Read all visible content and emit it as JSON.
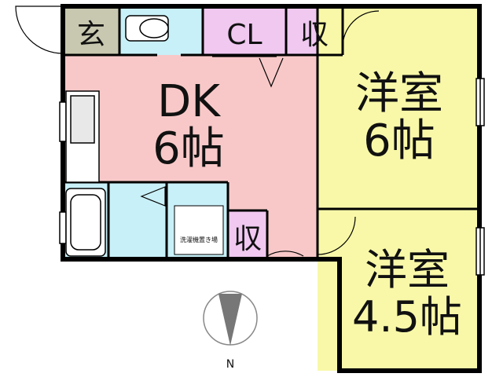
{
  "rooms": {
    "entrance": {
      "label": "玄"
    },
    "closet": {
      "label": "CL"
    },
    "storage_top": {
      "label": "収"
    },
    "storage_mid": {
      "label": "収"
    },
    "dk": {
      "name": "DK",
      "size": "6帖"
    },
    "western_room_1": {
      "name": "洋室",
      "size": "6帖"
    },
    "western_room_2": {
      "name": "洋室",
      "size": "4.5帖"
    },
    "washer_space": {
      "label": "洗濯機置き場"
    }
  },
  "compass": {
    "label": "N"
  },
  "colors": {
    "dk": "#f8c8c8",
    "western": "#f8f8a8",
    "wet": "#c8f0f8",
    "storage": "#f0c8f0",
    "entrance": "#c8c8b0",
    "wall": "#000000"
  }
}
